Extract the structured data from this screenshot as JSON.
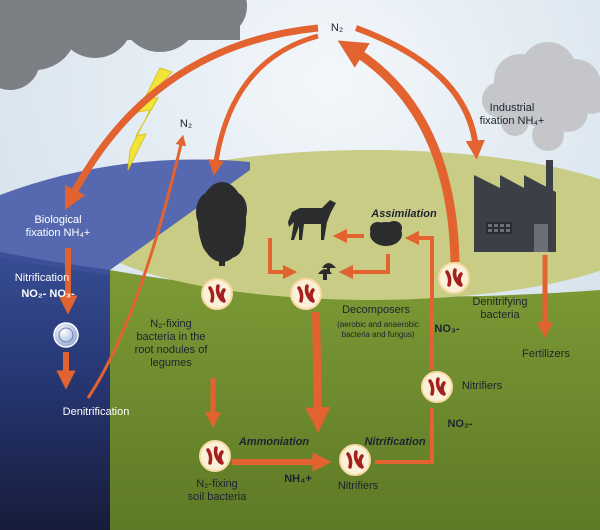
{
  "labels": {
    "n2_top": "N₂",
    "n2_left": "N₂",
    "industrial": "Industrial\nfixation NH₄+",
    "biological": "Biological\nfixation NH₄+",
    "nitrification_left": "Nitrification",
    "no_left": "NO₂- NO₃-",
    "denitrification": "Denitrification",
    "assimilation": "Assimilation",
    "decomposers": "Decomposers",
    "decomposers_sub": "(aerobic and anaerobic\nbacteria and fungus)",
    "no3": "NO₃-",
    "denitrifying": "Denitrifying\nbacteria",
    "fertilizers": "Fertilizers",
    "n2_fixing_root": "N₂-fixing\nbacteria in the\nroot nodules of\nlegumes",
    "nitrifiers_right": "Nitrifiers",
    "no2": "NO₂-",
    "ammoniation": "Ammoniation",
    "nitrification_bottom": "Nitrification",
    "nh4": "NH₄+",
    "n2_fixing_soil": "N₂-fixing\nsoil bacteria",
    "nitrifiers_bottom": "Nitrifiers"
  },
  "colors": {
    "arrow": "#e2632f",
    "sky": "#dfe9f1",
    "ground_top": "#c9cc84",
    "ground_side": "#6e8a2e",
    "water_top": "#5669b0",
    "water_side": "#27336b",
    "factory": "#3c3f45",
    "bacteria_fill": "#fcf1d8",
    "bacteria_mark": "#a4201e"
  },
  "icons": [
    "cloud-icon",
    "lightning-icon",
    "smoke-icon",
    "factory-icon",
    "tree-icon",
    "horse-icon",
    "shrub-icon",
    "mushroom-icon",
    "bacteria-icon",
    "algae-icon"
  ]
}
